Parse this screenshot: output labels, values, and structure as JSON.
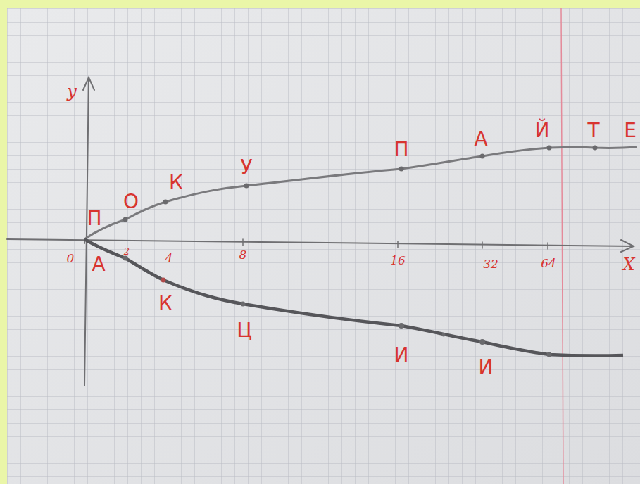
{
  "diagram": {
    "labels": [
      "y",
      "X",
      "0",
      "2",
      "4",
      "8",
      "16",
      "32",
      "64",
      "П",
      "О",
      "К",
      "У",
      "П",
      "А",
      "Й",
      "Т",
      "Е",
      "А",
      "К",
      "Ц",
      "И",
      "И"
    ]
  }
}
